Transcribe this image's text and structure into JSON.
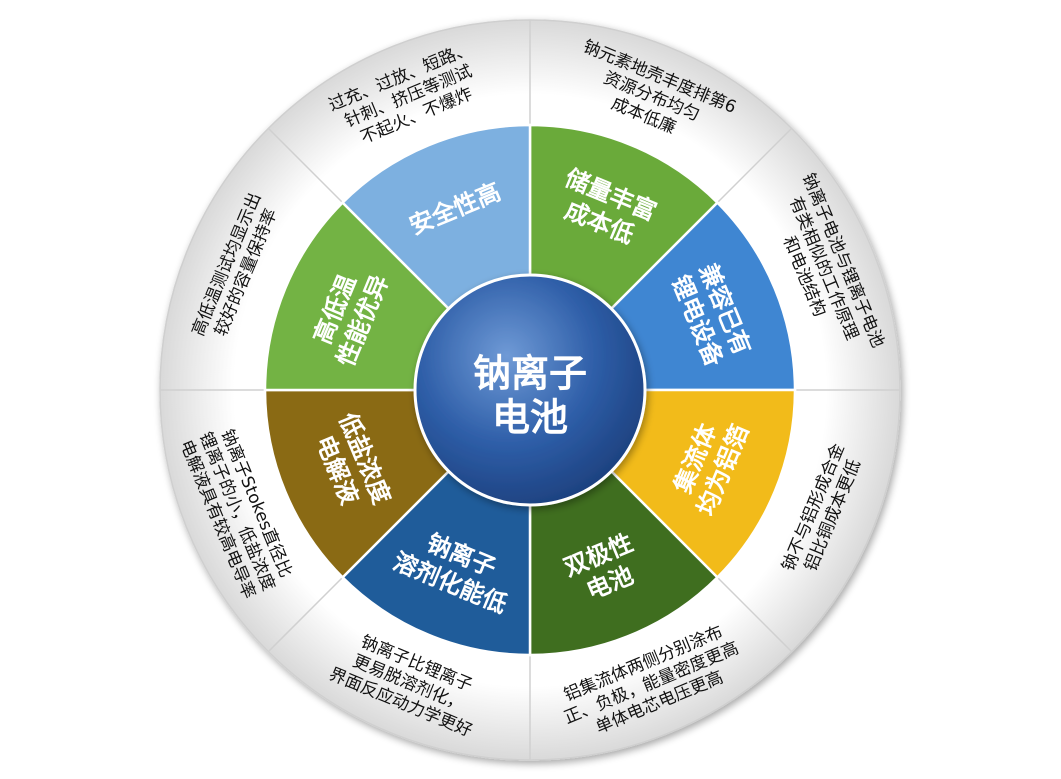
{
  "center": {
    "lines": [
      "钠离子",
      "电池"
    ]
  },
  "segments": [
    {
      "name": "resource",
      "inner": [
        "储量丰富",
        "成本低"
      ],
      "outer": [
        "钠元素地壳丰度排第6",
        "资源分布均匀",
        "成本低廉"
      ],
      "color": "#6aaa3a"
    },
    {
      "name": "compat",
      "inner": [
        "兼容已有",
        "锂电设备"
      ],
      "outer": [
        "钠离子电池与锂离子电池",
        "有类相似的工作原理",
        "和电池结构"
      ],
      "color": "#3f86d2"
    },
    {
      "name": "collector",
      "inner": [
        "集流体",
        "均为铝箔"
      ],
      "outer": [
        "钠不与铝形成合金",
        "铝比铜成本更低"
      ],
      "color": "#f2bb1a"
    },
    {
      "name": "bipolar",
      "inner": [
        "双极性",
        "电池"
      ],
      "outer": [
        "铝集流体两侧分别涂布",
        "正、负极，能量密度更高",
        "单体电芯电压更高"
      ],
      "color": "#3f6e1f"
    },
    {
      "name": "desolvation",
      "inner": [
        "钠离子",
        "溶剂化能低"
      ],
      "outer": [
        "钠离子比锂离子",
        "更易脱溶剂化，",
        "界面反应动力学更好"
      ],
      "color": "#1f5c9a"
    },
    {
      "name": "electrolyte",
      "inner": [
        "低盐浓度",
        "电解液"
      ],
      "outer": [
        "钠离子Stokes直径比",
        "锂离子的小，低盐浓度",
        "电解液具有较高电导率"
      ],
      "color": "#8a6a14"
    },
    {
      "name": "temperature",
      "inner": [
        "高低温",
        "性能优异"
      ],
      "outer": [
        "高低温测试均显示出",
        "较好的容量保持率"
      ],
      "color": "#73b344"
    },
    {
      "name": "safety",
      "inner": [
        "安全性高"
      ],
      "outer": [
        "过充、过放、短路、",
        "针刺、挤压等测试",
        "不起火、不爆炸"
      ],
      "color": "#7db0e0"
    }
  ]
}
